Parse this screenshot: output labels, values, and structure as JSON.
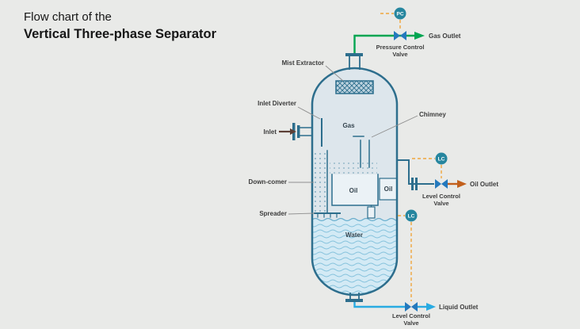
{
  "title": {
    "line1": "Flow chart of the",
    "line2": "Vertical Three-phase Separator"
  },
  "vessel": {
    "internals": {
      "mist_extractor": "Mist Extractor",
      "inlet_diverter": "Inlet Diverter",
      "chimney": "Chimney",
      "down_comer": "Down-comer",
      "spreader": "Spreader"
    },
    "phases": {
      "gas": "Gas",
      "oil_bucket": "Oil",
      "oil_chamber": "Oil",
      "water": "Water"
    }
  },
  "streams": {
    "inlet": "Inlet",
    "gas_outlet": "Gas Outlet",
    "oil_outlet": "Oil Outlet",
    "liquid_outlet": "Liquid Outlet"
  },
  "instruments": {
    "pc": "PC",
    "lc_oil": "LC",
    "lc_water": "LC"
  },
  "valves": {
    "pcv": {
      "line1": "Pressure Control",
      "line2": "Valve"
    },
    "lcv_oil": {
      "line1": "Level Control",
      "line2": "Valve"
    },
    "lcv_water": {
      "line1": "Level Control",
      "line2": "Valve"
    }
  },
  "colors": {
    "background": "#e9eae8",
    "vessel_outline": "#2d6e8d",
    "vessel_fill": "#dde6ec",
    "water_fill": "#d3eaf5",
    "wave_line": "#85c2dc",
    "gas_line": "#00a551",
    "oil_line": "#c2601c",
    "liquid_line": "#29abe2",
    "signal_line": "#f0a63c",
    "valve": "#2479bd",
    "instrument": "#26869f",
    "inlet_arrow": "#5d4037"
  }
}
